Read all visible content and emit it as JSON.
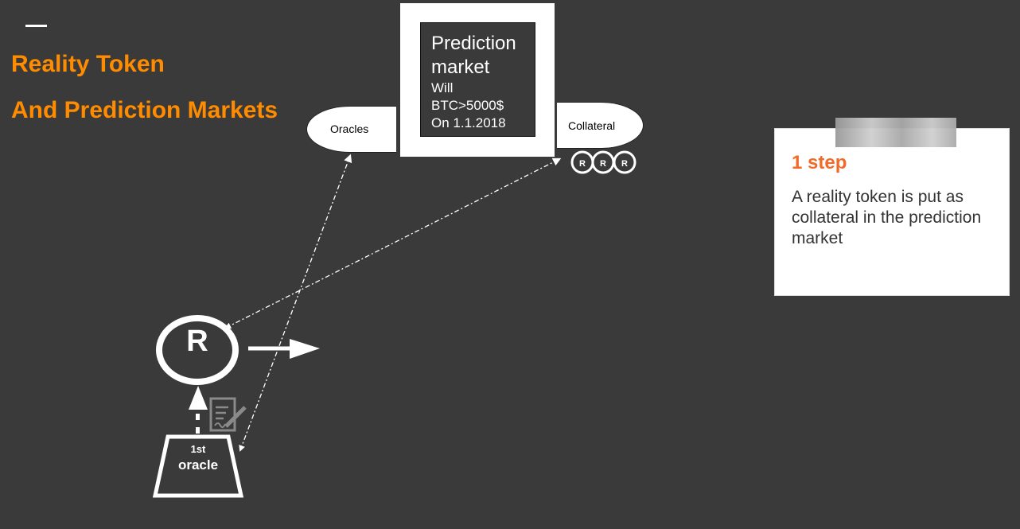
{
  "slide": {
    "title_line1": "Reality Token",
    "title_line2": "And Prediction Markets"
  },
  "prediction_market": {
    "title_line1": "Prediction",
    "title_line2": "market",
    "question_line1": "Will",
    "question_line2": "BTC>5000$",
    "question_line3": "On 1.1.2018"
  },
  "nodes": {
    "oracles_label": "Oracles",
    "collateral_label": "Collateral",
    "token_letter": "R",
    "small_token_letter": "R",
    "oracle_line1": "1st",
    "oracle_line2": "oracle"
  },
  "note": {
    "heading": "1 step",
    "body": "A reality token is put as collateral in the prediction market"
  },
  "colors": {
    "background": "#3a3a3a",
    "title": "#ff8c00",
    "note_heading": "#f26a28"
  },
  "icons": {
    "document": "document-sign-icon",
    "arrow": "arrow-right-icon"
  }
}
